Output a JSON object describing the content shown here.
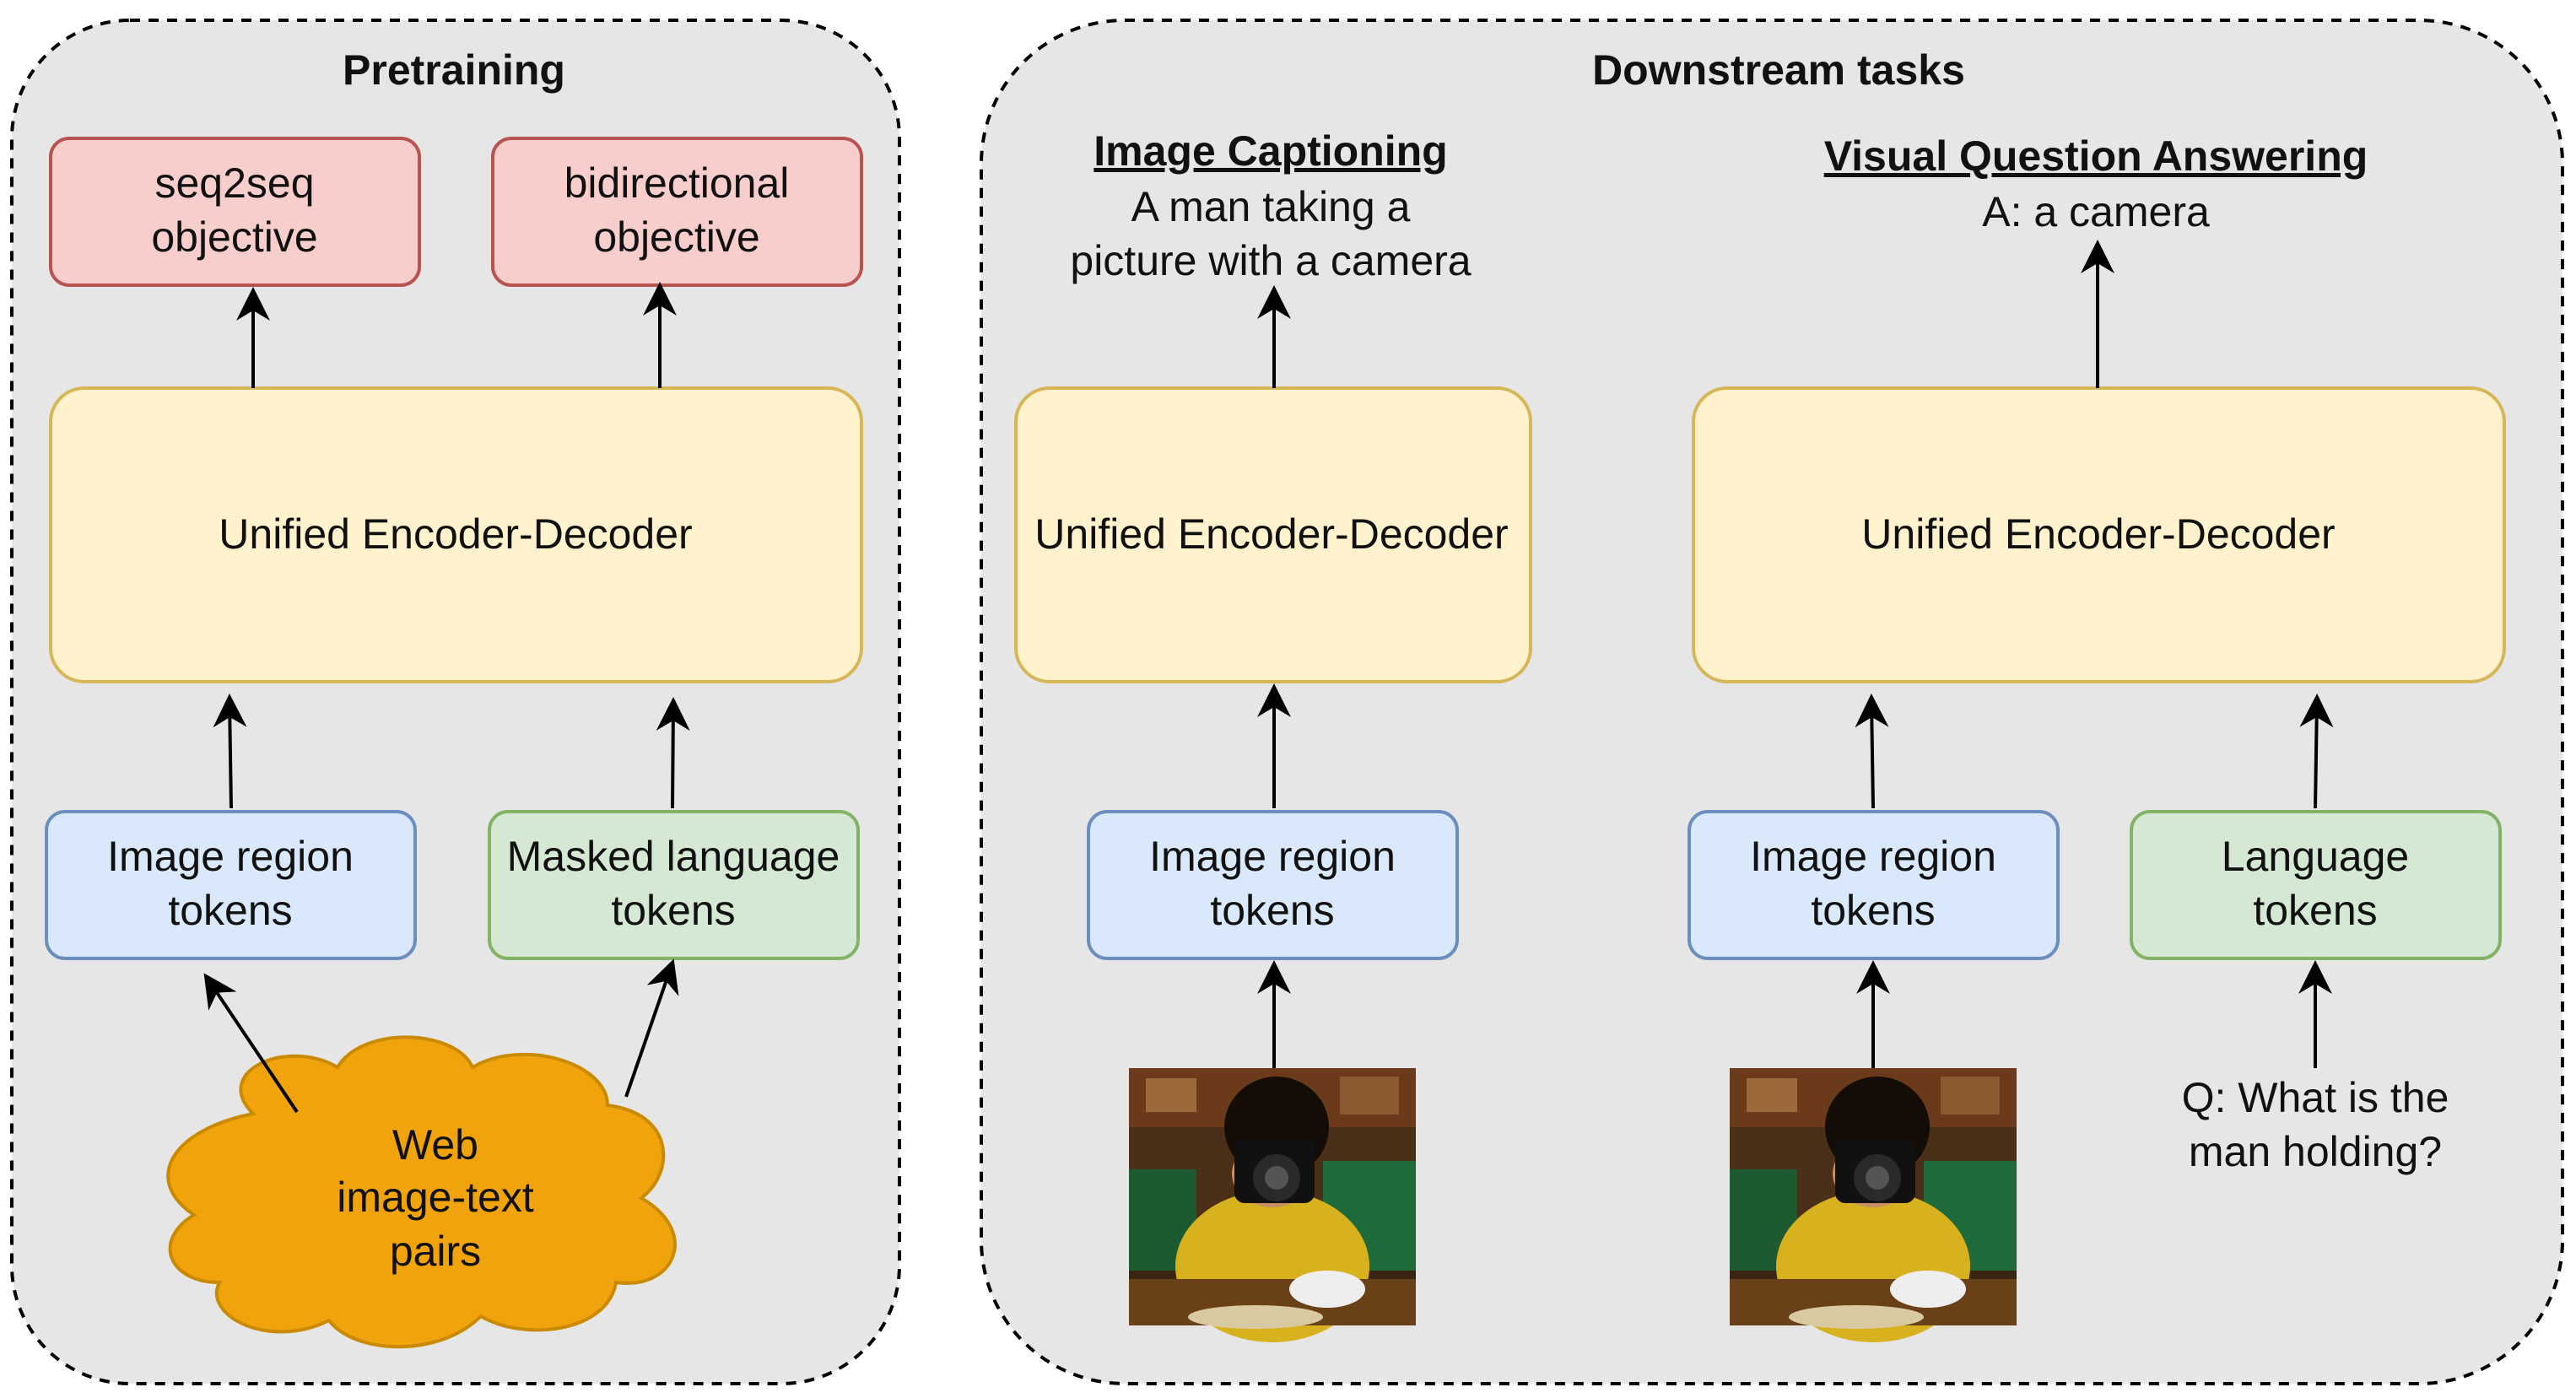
{
  "pretraining": {
    "title": "Pretraining",
    "objectives": [
      {
        "lines": [
          "seq2seq",
          "objective"
        ]
      },
      {
        "lines": [
          "bidirectional",
          "objective"
        ]
      }
    ],
    "encoder": "Unified Encoder-Decoder",
    "inputs": [
      {
        "lines": [
          "Image region",
          "tokens"
        ]
      },
      {
        "lines": [
          "Masked language",
          "tokens"
        ]
      }
    ],
    "source": {
      "lines": [
        "Web",
        "image-text",
        "pairs"
      ]
    }
  },
  "downstream": {
    "title": "Downstream tasks",
    "captioning": {
      "heading": "Image Captioning",
      "output_lines": [
        "A man taking a",
        "picture with a camera"
      ],
      "encoder": "Unified Encoder-Decoder",
      "input_lines": [
        "Image region",
        "tokens"
      ]
    },
    "vqa": {
      "heading": "Visual Question Answering",
      "answer": "A: a camera",
      "encoder": "Unified Encoder-Decoder",
      "image_input_lines": [
        "Image region",
        "tokens"
      ],
      "language_input_lines": [
        "Language",
        "tokens"
      ],
      "question_lines": [
        "Q: What is the",
        "man holding?"
      ]
    }
  },
  "colors": {
    "panel_fill": "#e6e6e6",
    "objective_fill": "#f8cecc",
    "objective_stroke": "#b85450",
    "encoder_fill": "#fff2cc",
    "encoder_stroke": "#d6b656",
    "image_token_fill": "#dae8fc",
    "image_token_stroke": "#6c8ebf",
    "language_token_fill": "#d5e8d4",
    "language_token_stroke": "#82b366",
    "cloud_fill": "#f0a30a",
    "cloud_stroke": "#c98a00"
  },
  "icons": [
    "camera-photo-icon"
  ]
}
